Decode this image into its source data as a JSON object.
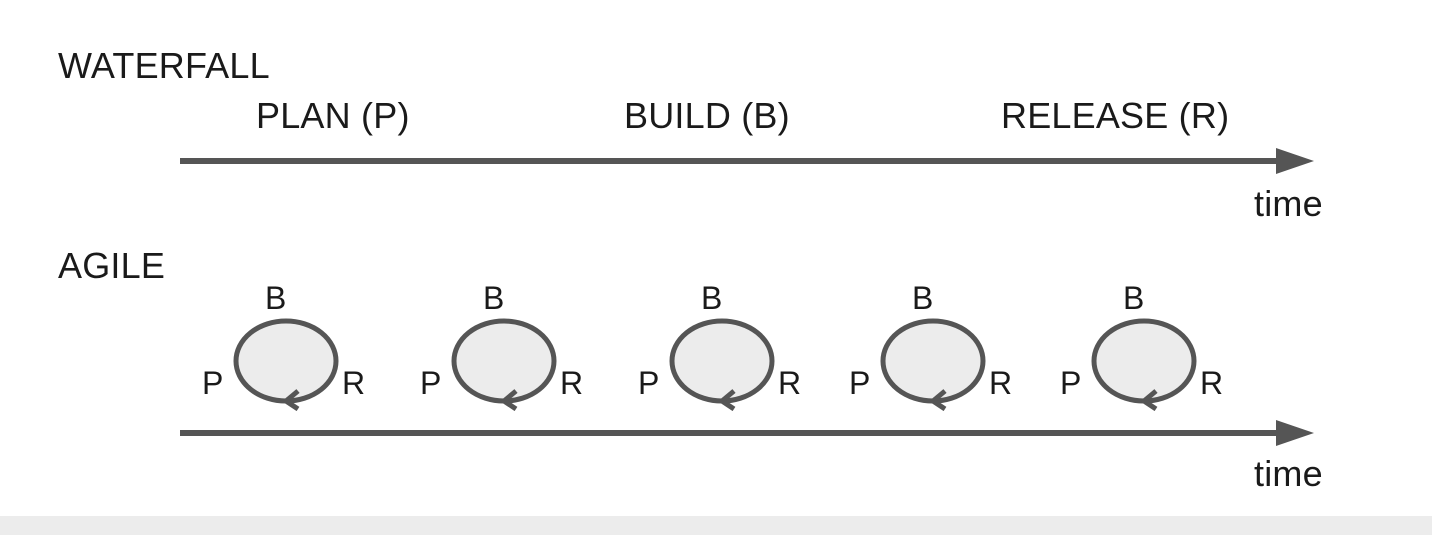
{
  "waterfall": {
    "title": "WATERFALL",
    "phases": [
      "PLAN (P)",
      "BUILD (B)",
      "RELEASE (R)"
    ],
    "axis_label": "time"
  },
  "agile": {
    "title": "AGILE",
    "axis_label": "time",
    "iterations": [
      {
        "top": "B",
        "left": "P",
        "right": "R"
      },
      {
        "top": "B",
        "left": "P",
        "right": "R"
      },
      {
        "top": "B",
        "left": "P",
        "right": "R"
      },
      {
        "top": "B",
        "left": "P",
        "right": "R"
      },
      {
        "top": "B",
        "left": "P",
        "right": "R"
      }
    ]
  },
  "colors": {
    "line": "#555555",
    "loop_fill": "#ececec",
    "text": "#1a1a1a"
  }
}
